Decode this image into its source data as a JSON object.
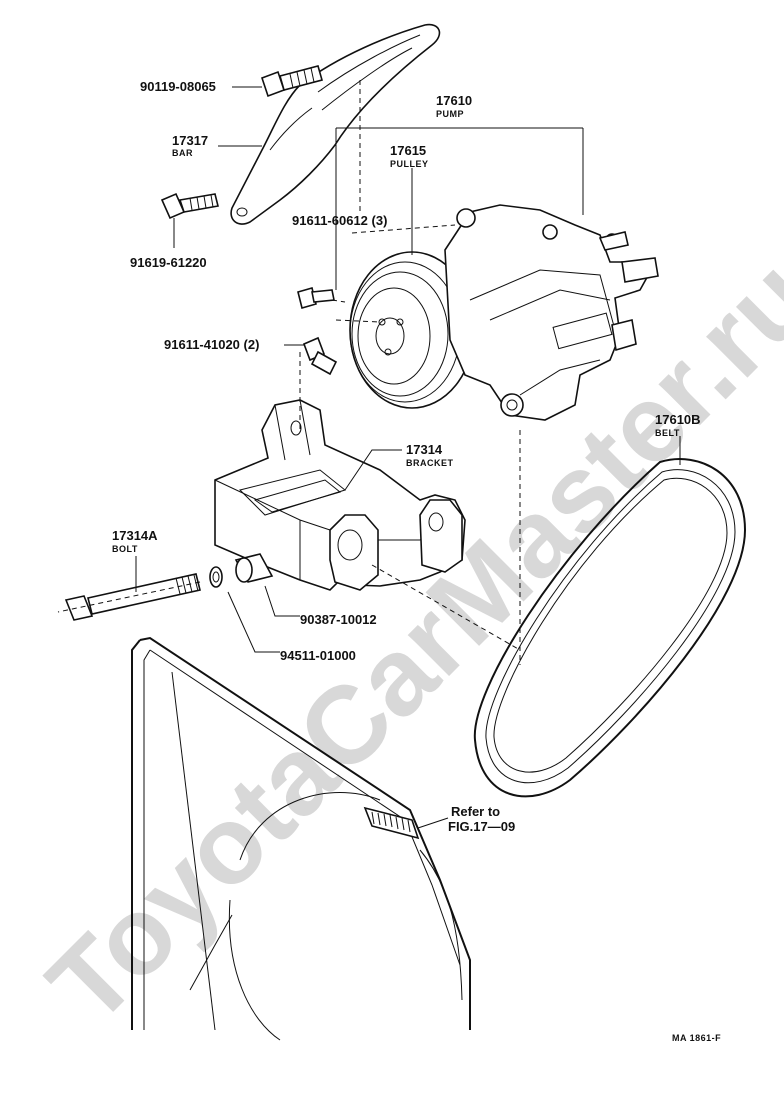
{
  "watermark": "ToyotaCarMaster.ru",
  "figure_code": "MA 1861-F",
  "parts": {
    "bolt_top": {
      "number": "90119-08065"
    },
    "bar": {
      "number": "17317",
      "name": "BAR"
    },
    "bolt_bar": {
      "number": "91619-61220"
    },
    "pump": {
      "number": "17610",
      "name": "PUMP"
    },
    "pulley": {
      "number": "17615",
      "name": "PULLEY"
    },
    "bolt_pulley": {
      "number": "91611-60612 (3)"
    },
    "bolt_bracket": {
      "number": "91611-41020 (2)"
    },
    "bracket": {
      "number": "17314",
      "name": "BRACKET"
    },
    "belt": {
      "number": "17610B",
      "name": "BELT"
    },
    "bolt_long": {
      "number": "17314A",
      "name": "BOLT"
    },
    "collar": {
      "number": "90387-10012"
    },
    "washer": {
      "number": "94511-01000"
    }
  },
  "reference": {
    "line1": "Refer to",
    "line2": "FIG.17—09"
  }
}
